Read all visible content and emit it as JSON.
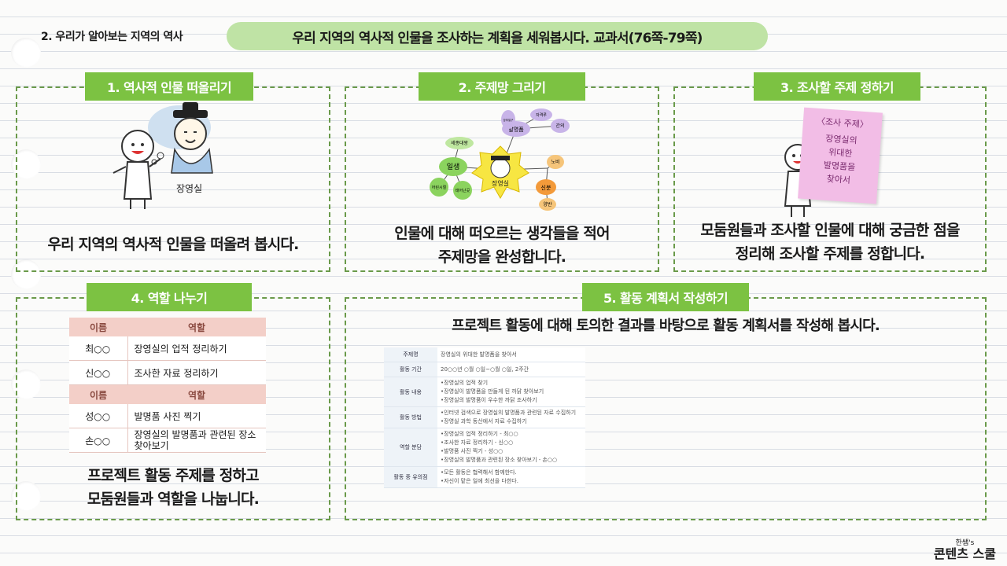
{
  "header": {
    "chapter": "2. 우리가 알아보는 지역의 역사",
    "banner": "우리 지역의 역사적 인물을 조사하는 계획을 세워봅시다. 교과서(76쪽-79쪽)"
  },
  "steps": [
    {
      "tab": "1. 역사적 인물 떠올리기",
      "caption": [
        "우리 지역의 역사적 인물을 떠올려 봅시다."
      ],
      "figure_label": "장영실"
    },
    {
      "tab": "2. 주제망 그리기",
      "caption": [
        "인물에 대해 떠오르는 생각들을 적어",
        "주제망을 완성합니다."
      ]
    },
    {
      "tab": "3. 조사할 주제 정하기",
      "caption": [
        "모둠원들과 조사할 인물에 대해 궁금한 점을",
        "정리해 조사할 주제를 정합니다."
      ]
    },
    {
      "tab": "4. 역할 나누기",
      "caption": [
        "프로젝트 활동 주제를 정하고",
        "모둠원들과 역할을 나눕니다."
      ]
    },
    {
      "tab": "5. 활동 계획서 작성하기",
      "caption": [
        "프로젝트 활동에 대해 토의한 결과를 바탕으로 활동 계획서를 작성해 봅시다."
      ]
    }
  ],
  "mindmap": {
    "center": "장영실",
    "nodes": [
      "일생",
      "세종대왕",
      "어린시절",
      "태어난곳",
      "발명품",
      "자격루",
      "앙부일구",
      "간의",
      "노비",
      "신분",
      "양반"
    ]
  },
  "sticky": {
    "title": "〈조사 주제〉",
    "lines": [
      "장영실의",
      "위대한",
      "발명품을",
      "찾아서"
    ]
  },
  "role_table": {
    "headers": [
      "이름",
      "역할"
    ],
    "group1": [
      {
        "name": "최○○",
        "role": "장영실의 업적 정리하기"
      },
      {
        "name": "신○○",
        "role": "조사한 자료 정리하기"
      }
    ],
    "group2": [
      {
        "name": "성○○",
        "role": "발명품 사진 찍기"
      },
      {
        "name": "손○○",
        "role": "장영실의 발명품과 관련된 장소 찾아보기"
      }
    ]
  },
  "plan_table": [
    {
      "label": "주제명",
      "lines": [
        "장영실의 위대한 발명품을 찾아서"
      ]
    },
    {
      "label": "활동 기간",
      "lines": [
        "20○○년 ○월 ○일~○월 ○일, 2주간"
      ]
    },
    {
      "label": "활동 내용",
      "lines": [
        "•장영실의 업적 찾기",
        "•장영실이 발명품을 만들게 된 까닭 찾아보기",
        "•장영실의 발명품이 우수한 까닭 조사하기"
      ]
    },
    {
      "label": "활동 방법",
      "lines": [
        "•인터넷 검색으로 장영실의 발명품과 관련된 자료 수집하기",
        "•장영실 과학 동산에서 자료 수집하기"
      ]
    },
    {
      "label": "역할 분담",
      "lines": [
        "•장영실의 업적 정리하기 - 최○○",
        "•조사한 자료 정리하기 - 신○○",
        "•발명품 사진 찍기 - 성○○",
        "•장영실의 발명품과 관련된 장소 찾아보기 - 손○○"
      ]
    },
    {
      "label": "활동 중 유의점",
      "lines": [
        "•모든 활동은 협력해서 함께한다.",
        "•자신이 맡은 일에 최선을 다한다."
      ]
    }
  ],
  "logo": {
    "small": "한쌤's",
    "main": "콘텐츠 스쿨"
  },
  "colors": {
    "tab_green": "#7cc242",
    "banner_green": "#bfe3a5",
    "dash_green": "#6a9a4a",
    "sticky_pink": "#f2bde6"
  }
}
